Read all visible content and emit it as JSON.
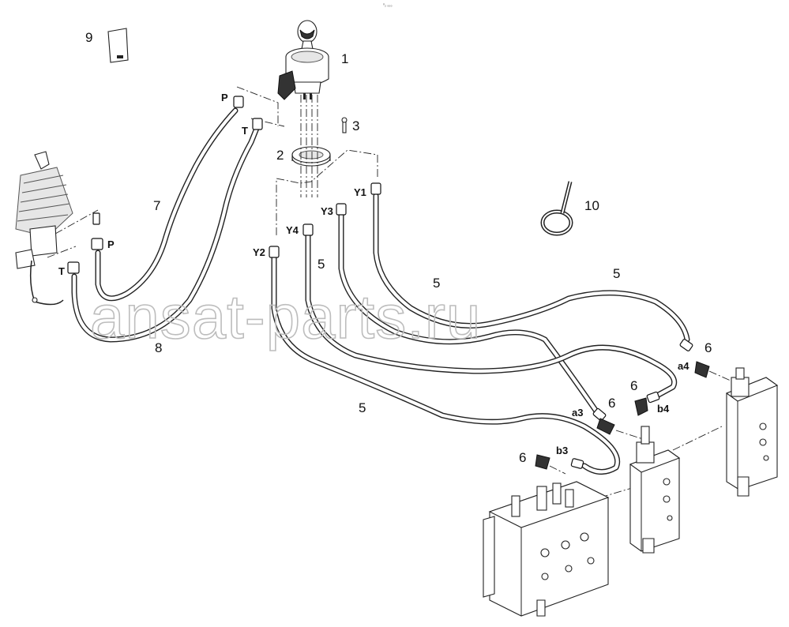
{
  "diagram": {
    "top_code": "⁰₂ ₀₀₀",
    "watermark": "ansat-parts.ru",
    "callouts": {
      "n1": "1",
      "n2": "2",
      "n3": "3",
      "n7": "7",
      "n8": "8",
      "n9": "9",
      "n10": "10",
      "n5a": "5",
      "n5b": "5",
      "n5c": "5",
      "n5d": "5",
      "n6a": "6",
      "n6b": "6",
      "n6c": "6",
      "n6d": "6"
    },
    "ports": {
      "p_top": "P",
      "t_top": "T",
      "p_left": "P",
      "t_left": "T",
      "y1": "Y1",
      "y2": "Y2",
      "y3": "Y3",
      "y4": "Y4",
      "a3": "a3",
      "a4": "a4",
      "b3": "b3",
      "b4": "b4"
    }
  }
}
